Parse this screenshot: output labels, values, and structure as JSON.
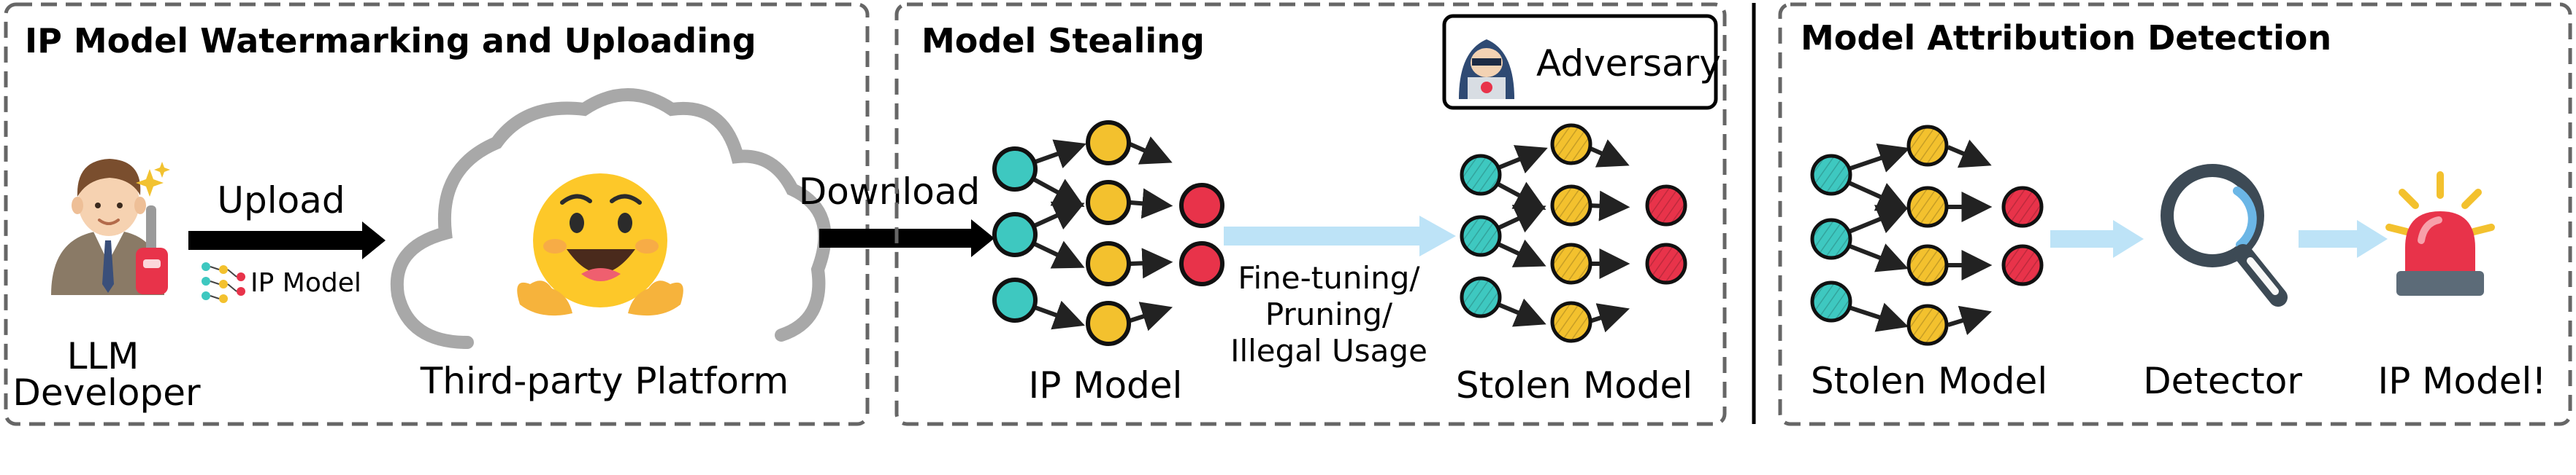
{
  "panels": {
    "watermarking": {
      "title": "IP Model Watermarking and Uploading",
      "developer_label_line1": "LLM",
      "developer_label_line2": "Developer",
      "upload_label": "Upload",
      "ip_model_tag": "IP Model",
      "platform_label": "Third-party Platform",
      "download_label": "Download"
    },
    "stealing": {
      "title": "Model Stealing",
      "adversary_label": "Adversary",
      "ip_model_label": "IP Model",
      "attack_line1": "Fine-tuning/",
      "attack_line2": "Pruning/",
      "attack_line3": "Illegal Usage",
      "stolen_model_label": "Stolen Model"
    },
    "detection": {
      "title": "Model Attribution Detection",
      "stolen_model_label": "Stolen Model",
      "detector_label": "Detector",
      "result_label": "IP Model!"
    }
  },
  "colors": {
    "panel_border": "#666666",
    "input_node": "#3ec8c0",
    "hidden_node": "#f3c12e",
    "output_node": "#e8334a",
    "light_arrow": "#bde3f7",
    "cloud_stroke": "#a8a8a8",
    "emoji_yellow": "#fdc829"
  },
  "icons": {
    "developer": "developer-icon",
    "key": "key-icon",
    "platform": "hugging-face-icon",
    "adversary": "hacker-icon",
    "detector": "magnifier-icon",
    "alarm": "alarm-siren-icon"
  }
}
